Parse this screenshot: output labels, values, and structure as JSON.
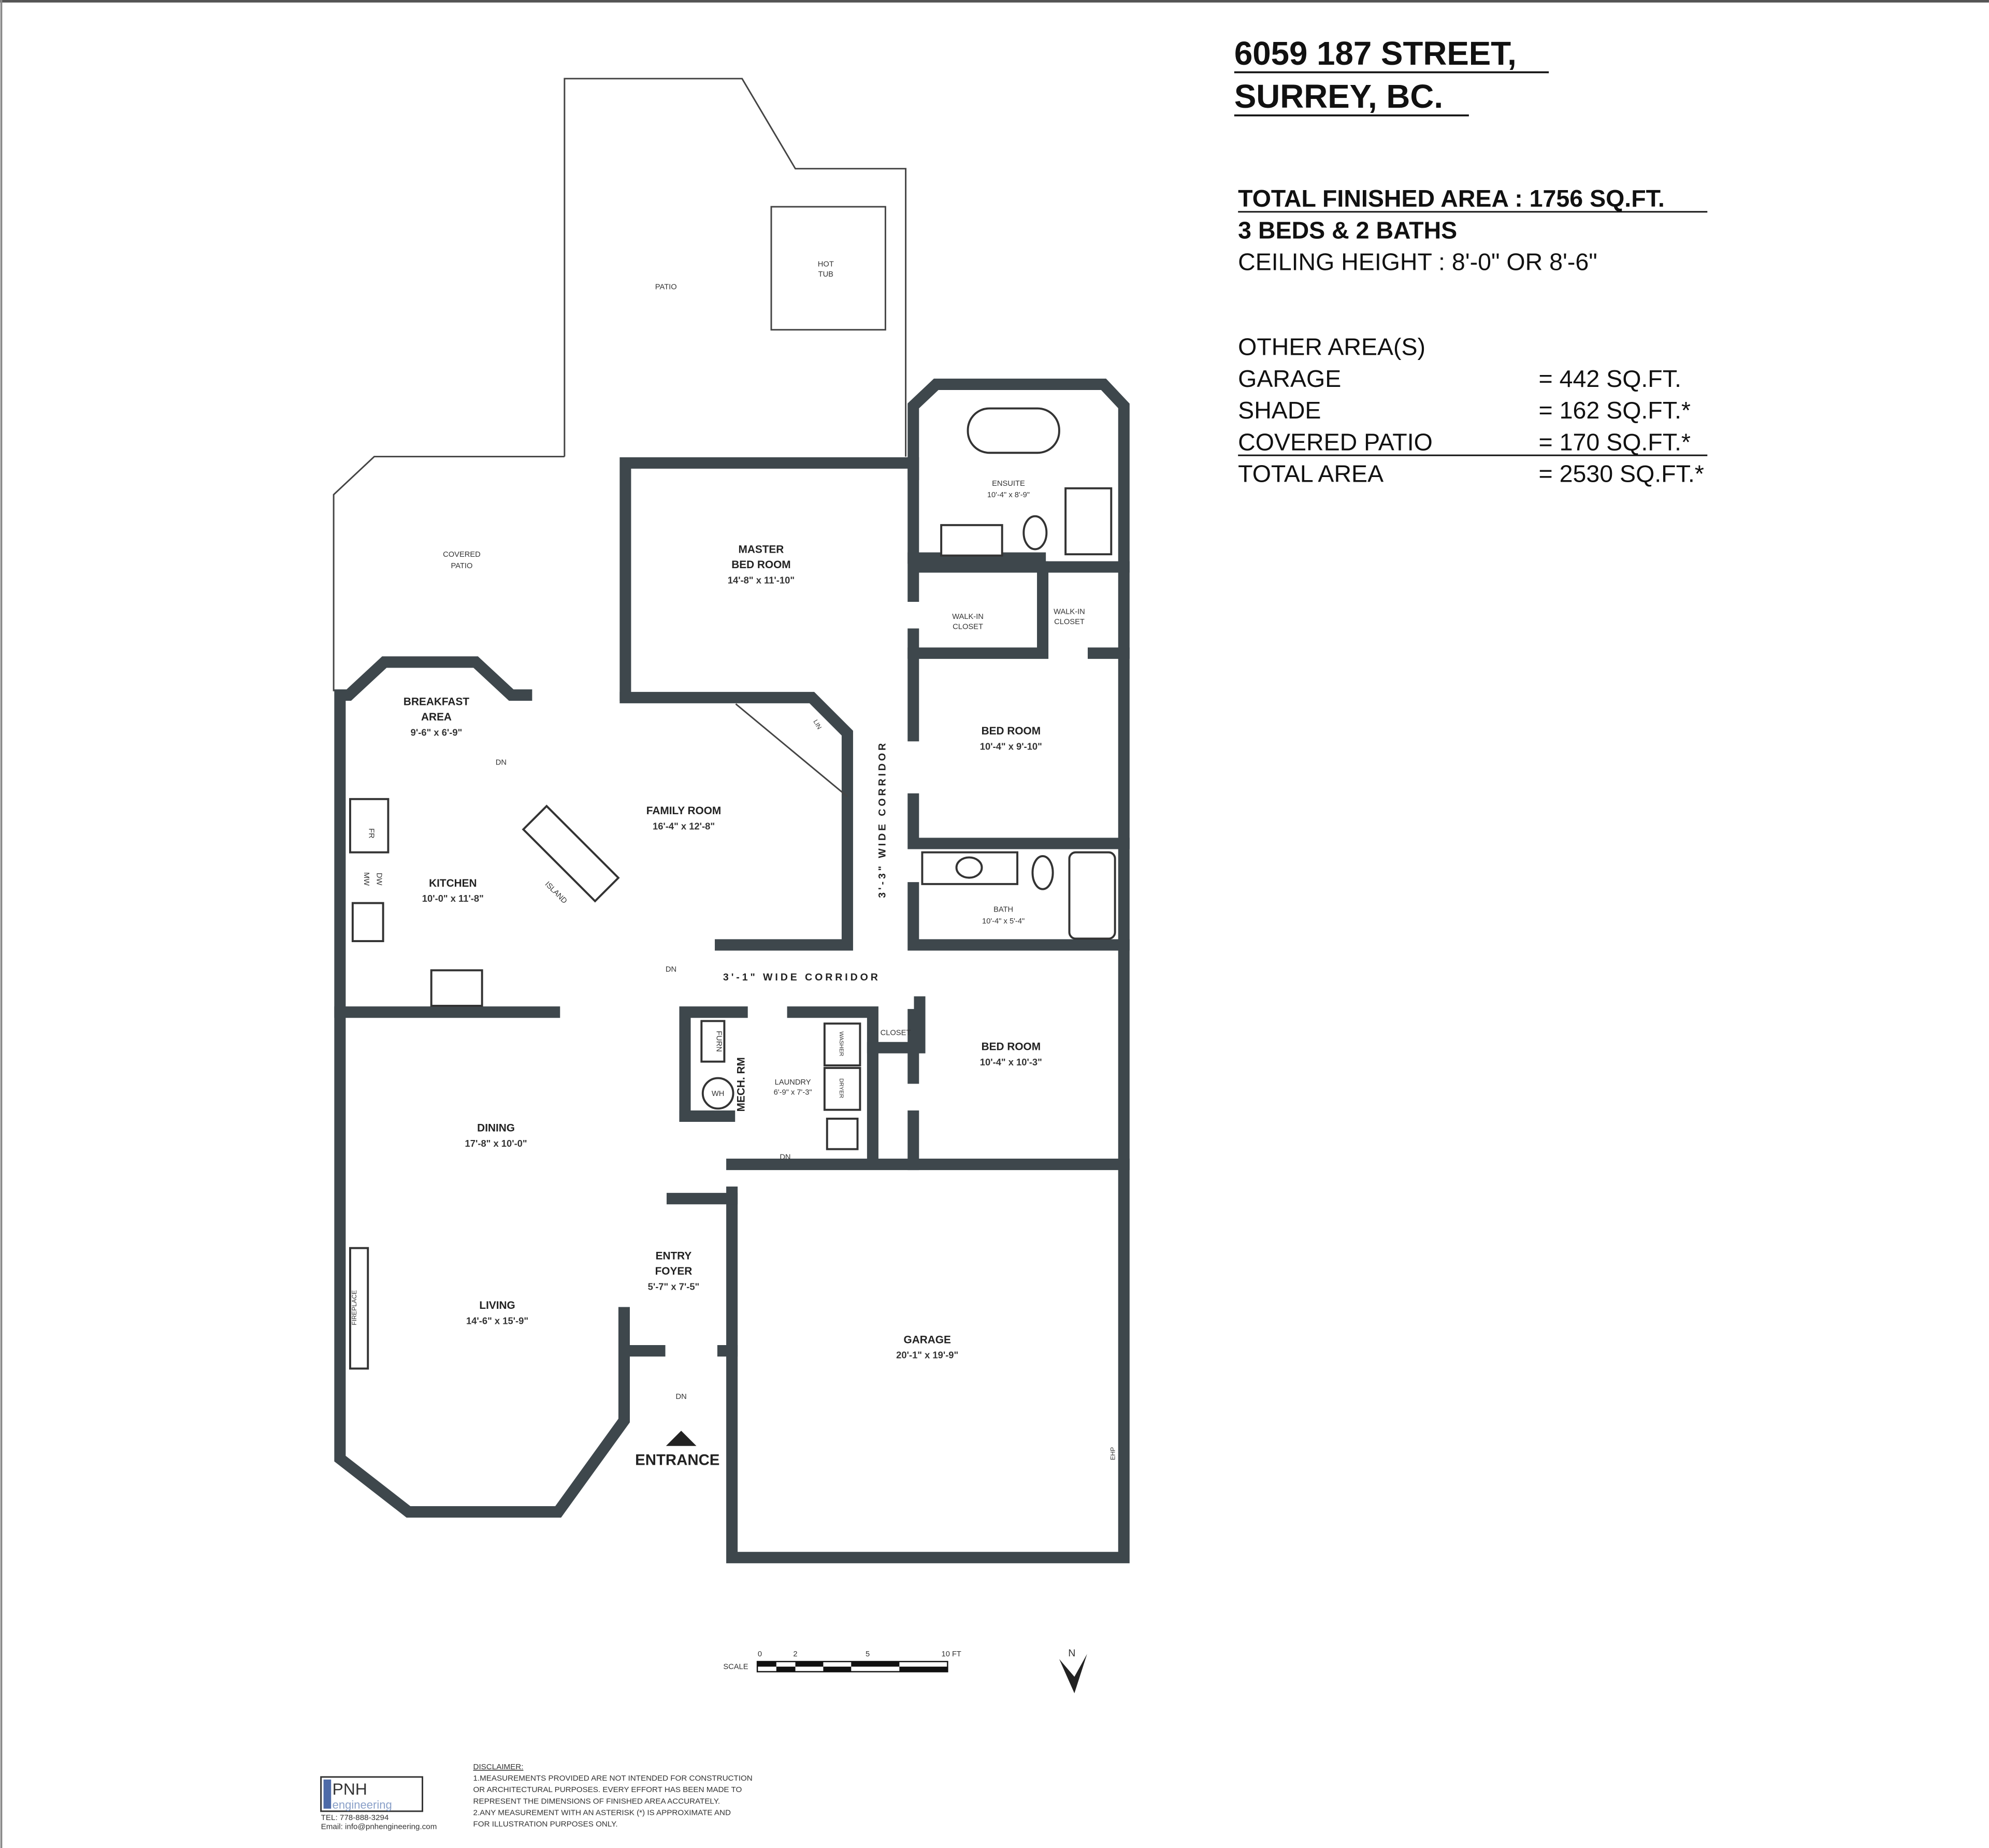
{
  "header": {
    "address_line1": "6059 187 STREET,",
    "address_line2": "SURREY, BC."
  },
  "summary": {
    "total_finished": "TOTAL FINISHED AREA : 1756 SQ.FT.",
    "beds_baths": "3 BEDS & 2 BATHS",
    "ceiling": "CEILING HEIGHT : 8'-0\" OR 8'-6\"",
    "other_heading": "OTHER AREA(S)",
    "other_areas": [
      {
        "name": "GARAGE",
        "value": "= 442 SQ.FT."
      },
      {
        "name": "SHADE",
        "value": "= 162 SQ.FT.*"
      },
      {
        "name": "COVERED PATIO",
        "value": "= 170 SQ.FT.*"
      },
      {
        "name": "TOTAL AREA",
        "value": "= 2530 SQ.FT.*"
      }
    ]
  },
  "rooms": {
    "patio": "PATIO",
    "hot_tub_1": "HOT",
    "hot_tub_2": "TUB",
    "covered_patio_1": "COVERED",
    "covered_patio_2": "PATIO",
    "master_1": "MASTER",
    "master_2": "BED ROOM",
    "master_dim": "14'-8\" x 11'-10\"",
    "ensuite": "ENSUITE",
    "ensuite_dim": "10'-4\" x 8'-9\"",
    "walkin_1": "WALK-IN",
    "walkin_2": "CLOSET",
    "walkin2_1": "WALK-IN",
    "walkin2_2": "CLOSET",
    "breakfast_1": "BREAKFAST",
    "breakfast_2": "AREA",
    "breakfast_dim": "9'-6\" x 6'-9\"",
    "family": "FAMILY ROOM",
    "family_dim": "16'-4\" x 12'-8\"",
    "bed2": "BED ROOM",
    "bed2_dim": "10'-4\" x 9'-10\"",
    "kitchen": "KITCHEN",
    "kitchen_dim": "10'-0\" x 11'-8\"",
    "bath": "BATH",
    "bath_dim": "10'-4\" x 5'-4\"",
    "corridor_v": "3'-3\" WIDE CORRIDOR",
    "corridor_h": "3'-1\" WIDE CORRIDOR",
    "closet": "CLOSET",
    "bed3": "BED ROOM",
    "bed3_dim": "10'-4\" x 10'-3\"",
    "mech": "MECH. RM",
    "furn": "FURN",
    "wh": "WH",
    "laundry": "LAUNDRY",
    "laundry_dim": "6'-9\" x 7'-3\"",
    "washer": "WASHER",
    "dryer": "DRYER",
    "dining": "DINING",
    "dining_dim": "17'-8\" x 10'-0\"",
    "living": "LIVING",
    "living_dim": "14'-6\" x 15'-9\"",
    "fireplace": "FIREPLACE",
    "foyer_1": "ENTRY",
    "foyer_2": "FOYER",
    "foyer_dim": "5'-7\" x 7'-5\"",
    "garage": "GARAGE",
    "garage_dim": "20'-1\" x 19'-9\"",
    "entrance": "ENTRANCE",
    "fridge": "FR",
    "dw": "DW",
    "mw": "MW",
    "island": "ISLAND",
    "lin": "LIN",
    "ehp": "EHP",
    "dn": "DN"
  },
  "scale": {
    "label": "SCALE",
    "ticks": [
      "0",
      "2",
      "5",
      "10 FT"
    ]
  },
  "north": "N",
  "logo": {
    "line1": "PNH",
    "line2": "engineering",
    "tel": "TEL: 778-888-3294",
    "email": "Email: info@pnhengineering.com"
  },
  "disclaimer": {
    "title": "DISCLAIMER:",
    "lines": [
      "1.MEASUREMENTS PROVIDED ARE NOT INTENDED FOR CONSTRUCTION",
      " OR ARCHITECTURAL PURPOSES. EVERY EFFORT HAS BEEN MADE TO",
      " REPRESENT THE DIMENSIONS OF FINISHED AREA ACCURATELY.",
      "2.ANY MEASUREMENT WITH AN ASTERISK (*) IS APPROXIMATE AND",
      " FOR ILLUSTRATION PURPOSES ONLY."
    ]
  }
}
